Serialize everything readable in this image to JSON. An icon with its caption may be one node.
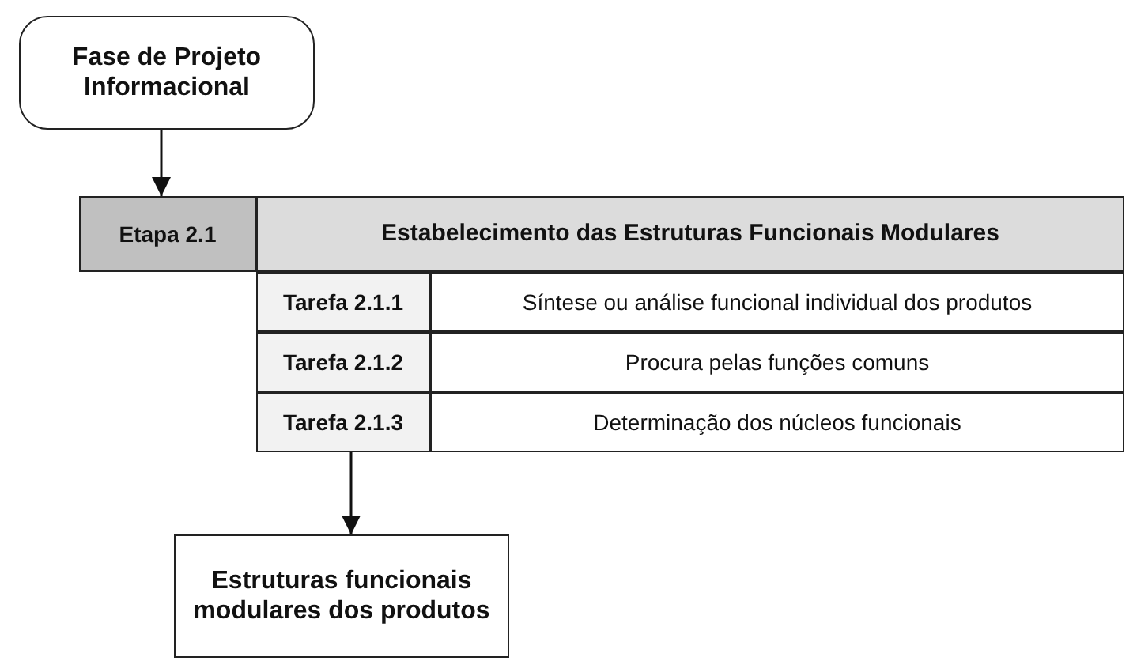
{
  "diagram": {
    "nodes": [
      {
        "text": [
          "Fase de Projeto Informacional"
        ]
      },
      {
        "text": [
          "Etapa 2.1"
        ]
      },
      {
        "text": [
          "Estabelecimento das Estruturas Funcionais Modulares"
        ]
      },
      {
        "text": [
          "Tarefa 2.1.1"
        ]
      },
      {
        "text": [
          "Síntese ou análise funcional individual dos produtos"
        ]
      },
      {
        "text": [
          "Tarefa 2.1.2"
        ]
      },
      {
        "text": [
          "Procura pelas funções comuns"
        ]
      },
      {
        "text": [
          "Tarefa 2.1.3"
        ]
      },
      {
        "text": [
          "Determinação dos núcleos funcionais"
        ]
      },
      {
        "text": [
          "Estruturas funcionais modulares dos produtos"
        ]
      }
    ],
    "edges": [
      {
        "from": 0,
        "to": 1,
        "arrow": "to"
      },
      {
        "from": 7,
        "to": 9,
        "arrow": "to"
      }
    ]
  }
}
